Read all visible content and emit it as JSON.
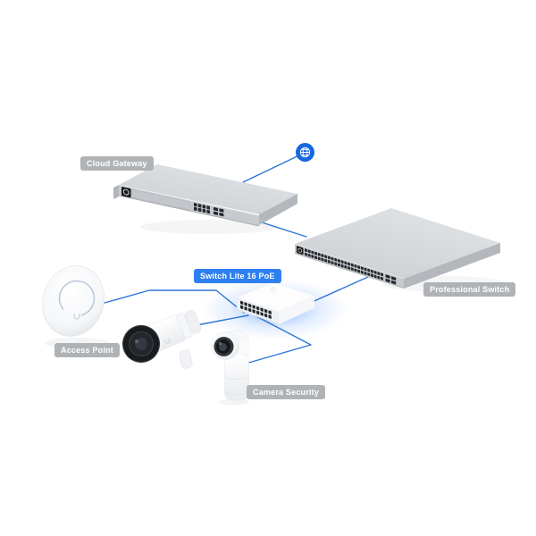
{
  "diagram": {
    "colors": {
      "accent_blue": "#2e7ff0",
      "line_blue": "#2e75d8",
      "globe_blue": "#1767df",
      "badge_gray": "#b0b3b6",
      "badge_text": "#ffffff"
    },
    "devices": [
      {
        "id": "cloud-gateway",
        "label": "Cloud Gateway",
        "badge_style": "gray"
      },
      {
        "id": "professional-switch",
        "label": "Professional Switch",
        "badge_style": "gray"
      },
      {
        "id": "switch-lite-16-poe",
        "label": "Switch Lite 16 PoE",
        "badge_style": "blue"
      },
      {
        "id": "access-point",
        "label": "Access Point",
        "badge_style": "gray"
      },
      {
        "id": "camera-security",
        "label": "Camera Security",
        "badge_style": "gray"
      }
    ],
    "icons": [
      {
        "name": "internet-globe-icon"
      }
    ],
    "connections": [
      {
        "from": "internet-globe",
        "to": "cloud-gateway"
      },
      {
        "from": "cloud-gateway",
        "to": "professional-switch"
      },
      {
        "from": "professional-switch",
        "to": "switch-lite-16-poe"
      },
      {
        "from": "switch-lite-16-poe",
        "to": "access-point"
      },
      {
        "from": "switch-lite-16-poe",
        "to": "bullet-camera"
      },
      {
        "from": "switch-lite-16-poe",
        "to": "turret-camera"
      }
    ]
  }
}
